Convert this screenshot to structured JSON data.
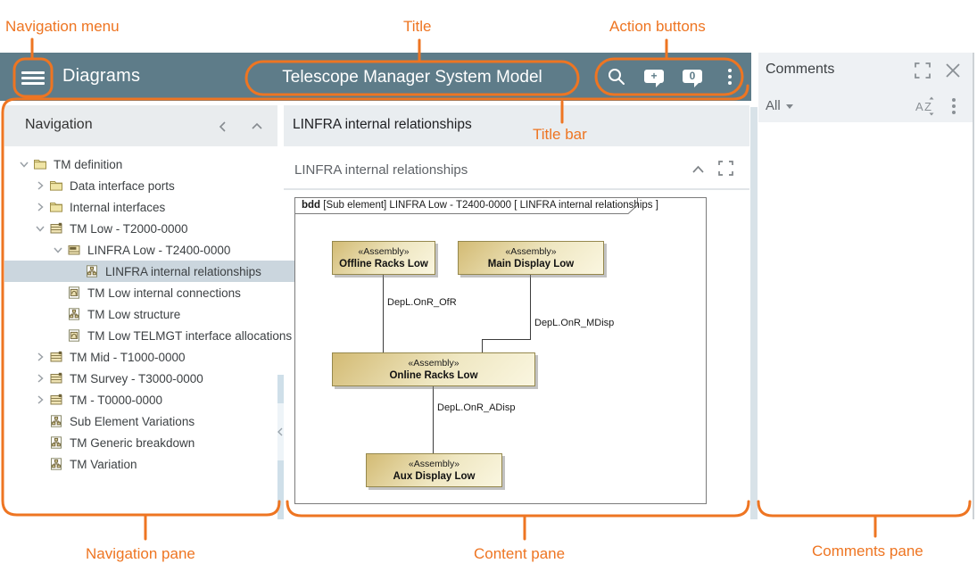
{
  "colors": {
    "annotation_orange": "#EE7522",
    "title_bar_teal": "#5E7C89",
    "selected_row": "#CBD6DE",
    "diagram_block_fill": "#E8DCA8"
  },
  "annotations": {
    "navigation_menu": "Navigation menu",
    "title": "Title",
    "action_buttons": "Action buttons",
    "title_bar": "Title bar",
    "navigation_pane": "Navigation pane",
    "content_pane": "Content pane",
    "comments_pane": "Comments pane"
  },
  "title_bar": {
    "app_section": "Diagrams",
    "document_title": "Telescope Manager System Model",
    "comment_count": "0",
    "new_comment_plus": "+"
  },
  "navigation": {
    "header": "Navigation",
    "tree": [
      {
        "label": "TM definition"
      },
      {
        "label": "Data interface ports"
      },
      {
        "label": "Internal interfaces"
      },
      {
        "label": "TM Low - T2000-0000"
      },
      {
        "label": "LINFRA Low - T2400-0000"
      },
      {
        "label": "LINFRA internal relationships"
      },
      {
        "label": "TM Low internal connections"
      },
      {
        "label": "TM Low structure"
      },
      {
        "label": "TM Low TELMGT interface allocations"
      },
      {
        "label": "TM Mid - T1000-0000"
      },
      {
        "label": "TM Survey - T3000-0000"
      },
      {
        "label": "TM - T0000-0000"
      },
      {
        "label": "Sub Element Variations"
      },
      {
        "label": "TM Generic breakdown"
      },
      {
        "label": "TM Variation"
      }
    ]
  },
  "content": {
    "page_title": "LINFRA internal relationships",
    "section_title": "LINFRA internal relationships",
    "frame": {
      "keyword": "bdd",
      "header_rest": " [Sub element] LINFRA Low  - T2400-0000 [ LINFRA internal relationships ]"
    },
    "diagram": {
      "blocks": [
        {
          "stereotype": "«Assembly»",
          "name": "Offline Racks Low"
        },
        {
          "stereotype": "«Assembly»",
          "name": "Main Display Low"
        },
        {
          "stereotype": "«Assembly»",
          "name": "Online Racks Low"
        },
        {
          "stereotype": "«Assembly»",
          "name": "Aux Display Low"
        }
      ],
      "connectors": [
        {
          "label": "DepL.OnR_OfR"
        },
        {
          "label": "DepL.OnR_MDisp"
        },
        {
          "label": "DepL.OnR_ADisp"
        }
      ]
    }
  },
  "comments": {
    "header": "Comments",
    "filter_label": "All"
  }
}
